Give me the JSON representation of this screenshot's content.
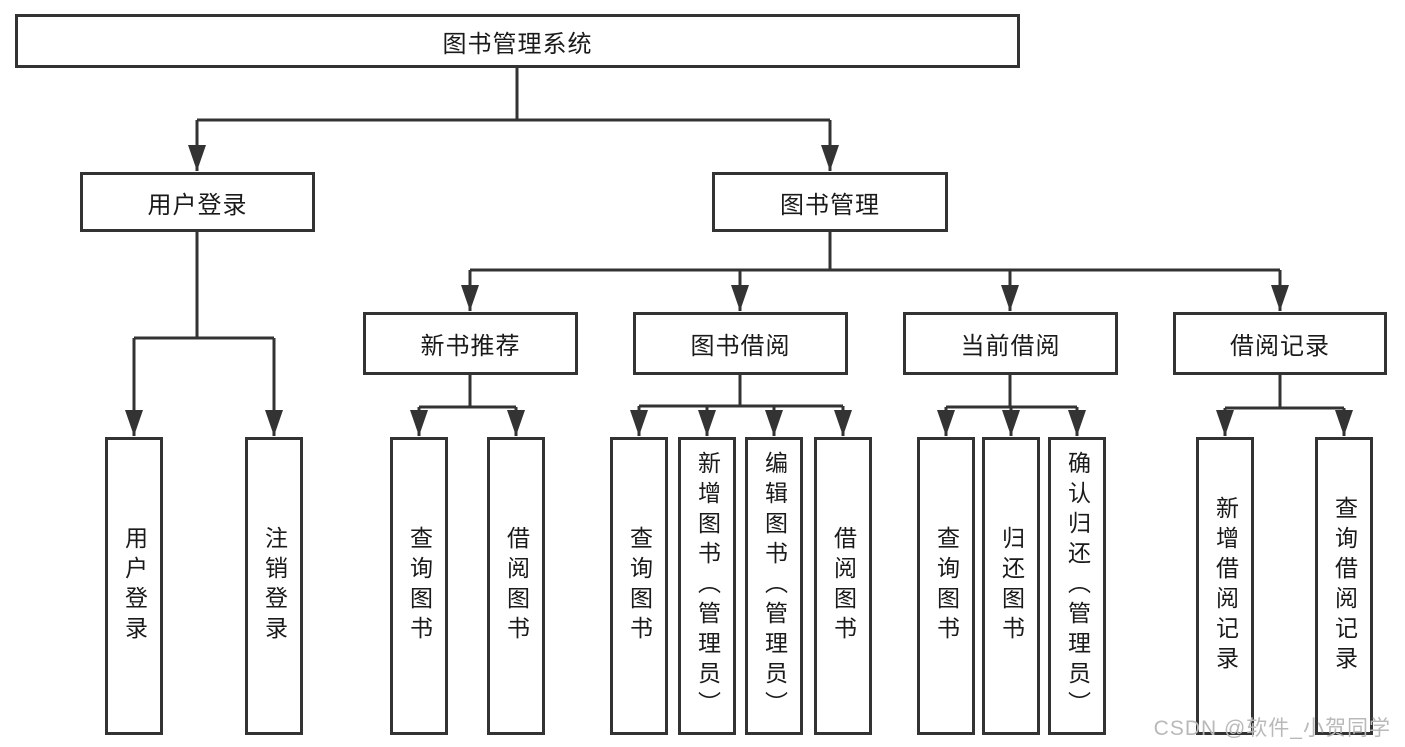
{
  "diagram": {
    "root": {
      "label": "图书管理系统"
    },
    "branches": [
      {
        "label": "用户登录",
        "children": [
          {
            "label": "用户登录"
          },
          {
            "label": "注销登录"
          }
        ]
      },
      {
        "label": "图书管理",
        "children": [
          {
            "label": "新书推荐",
            "children": [
              {
                "label": "查询图书"
              },
              {
                "label": "借阅图书"
              }
            ]
          },
          {
            "label": "图书借阅",
            "children": [
              {
                "label": "查询图书"
              },
              {
                "label": "新增图书（管理员）"
              },
              {
                "label": "编辑图书（管理员）"
              },
              {
                "label": "借阅图书"
              }
            ]
          },
          {
            "label": "当前借阅",
            "children": [
              {
                "label": "查询图书"
              },
              {
                "label": "归还图书"
              },
              {
                "label": "确认归还（管理员）"
              }
            ]
          },
          {
            "label": "借阅记录",
            "children": [
              {
                "label": "新增借阅记录"
              },
              {
                "label": "查询借阅记录"
              }
            ]
          }
        ]
      }
    ]
  },
  "watermark": {
    "text": "CSDN @软件_小贺同学",
    "color": "#b9b9b9"
  },
  "colors": {
    "line": "#333333",
    "box_border": "#333333",
    "box_fill": "#ffffff",
    "text": "#1a1a1a",
    "background": "#ffffff"
  }
}
